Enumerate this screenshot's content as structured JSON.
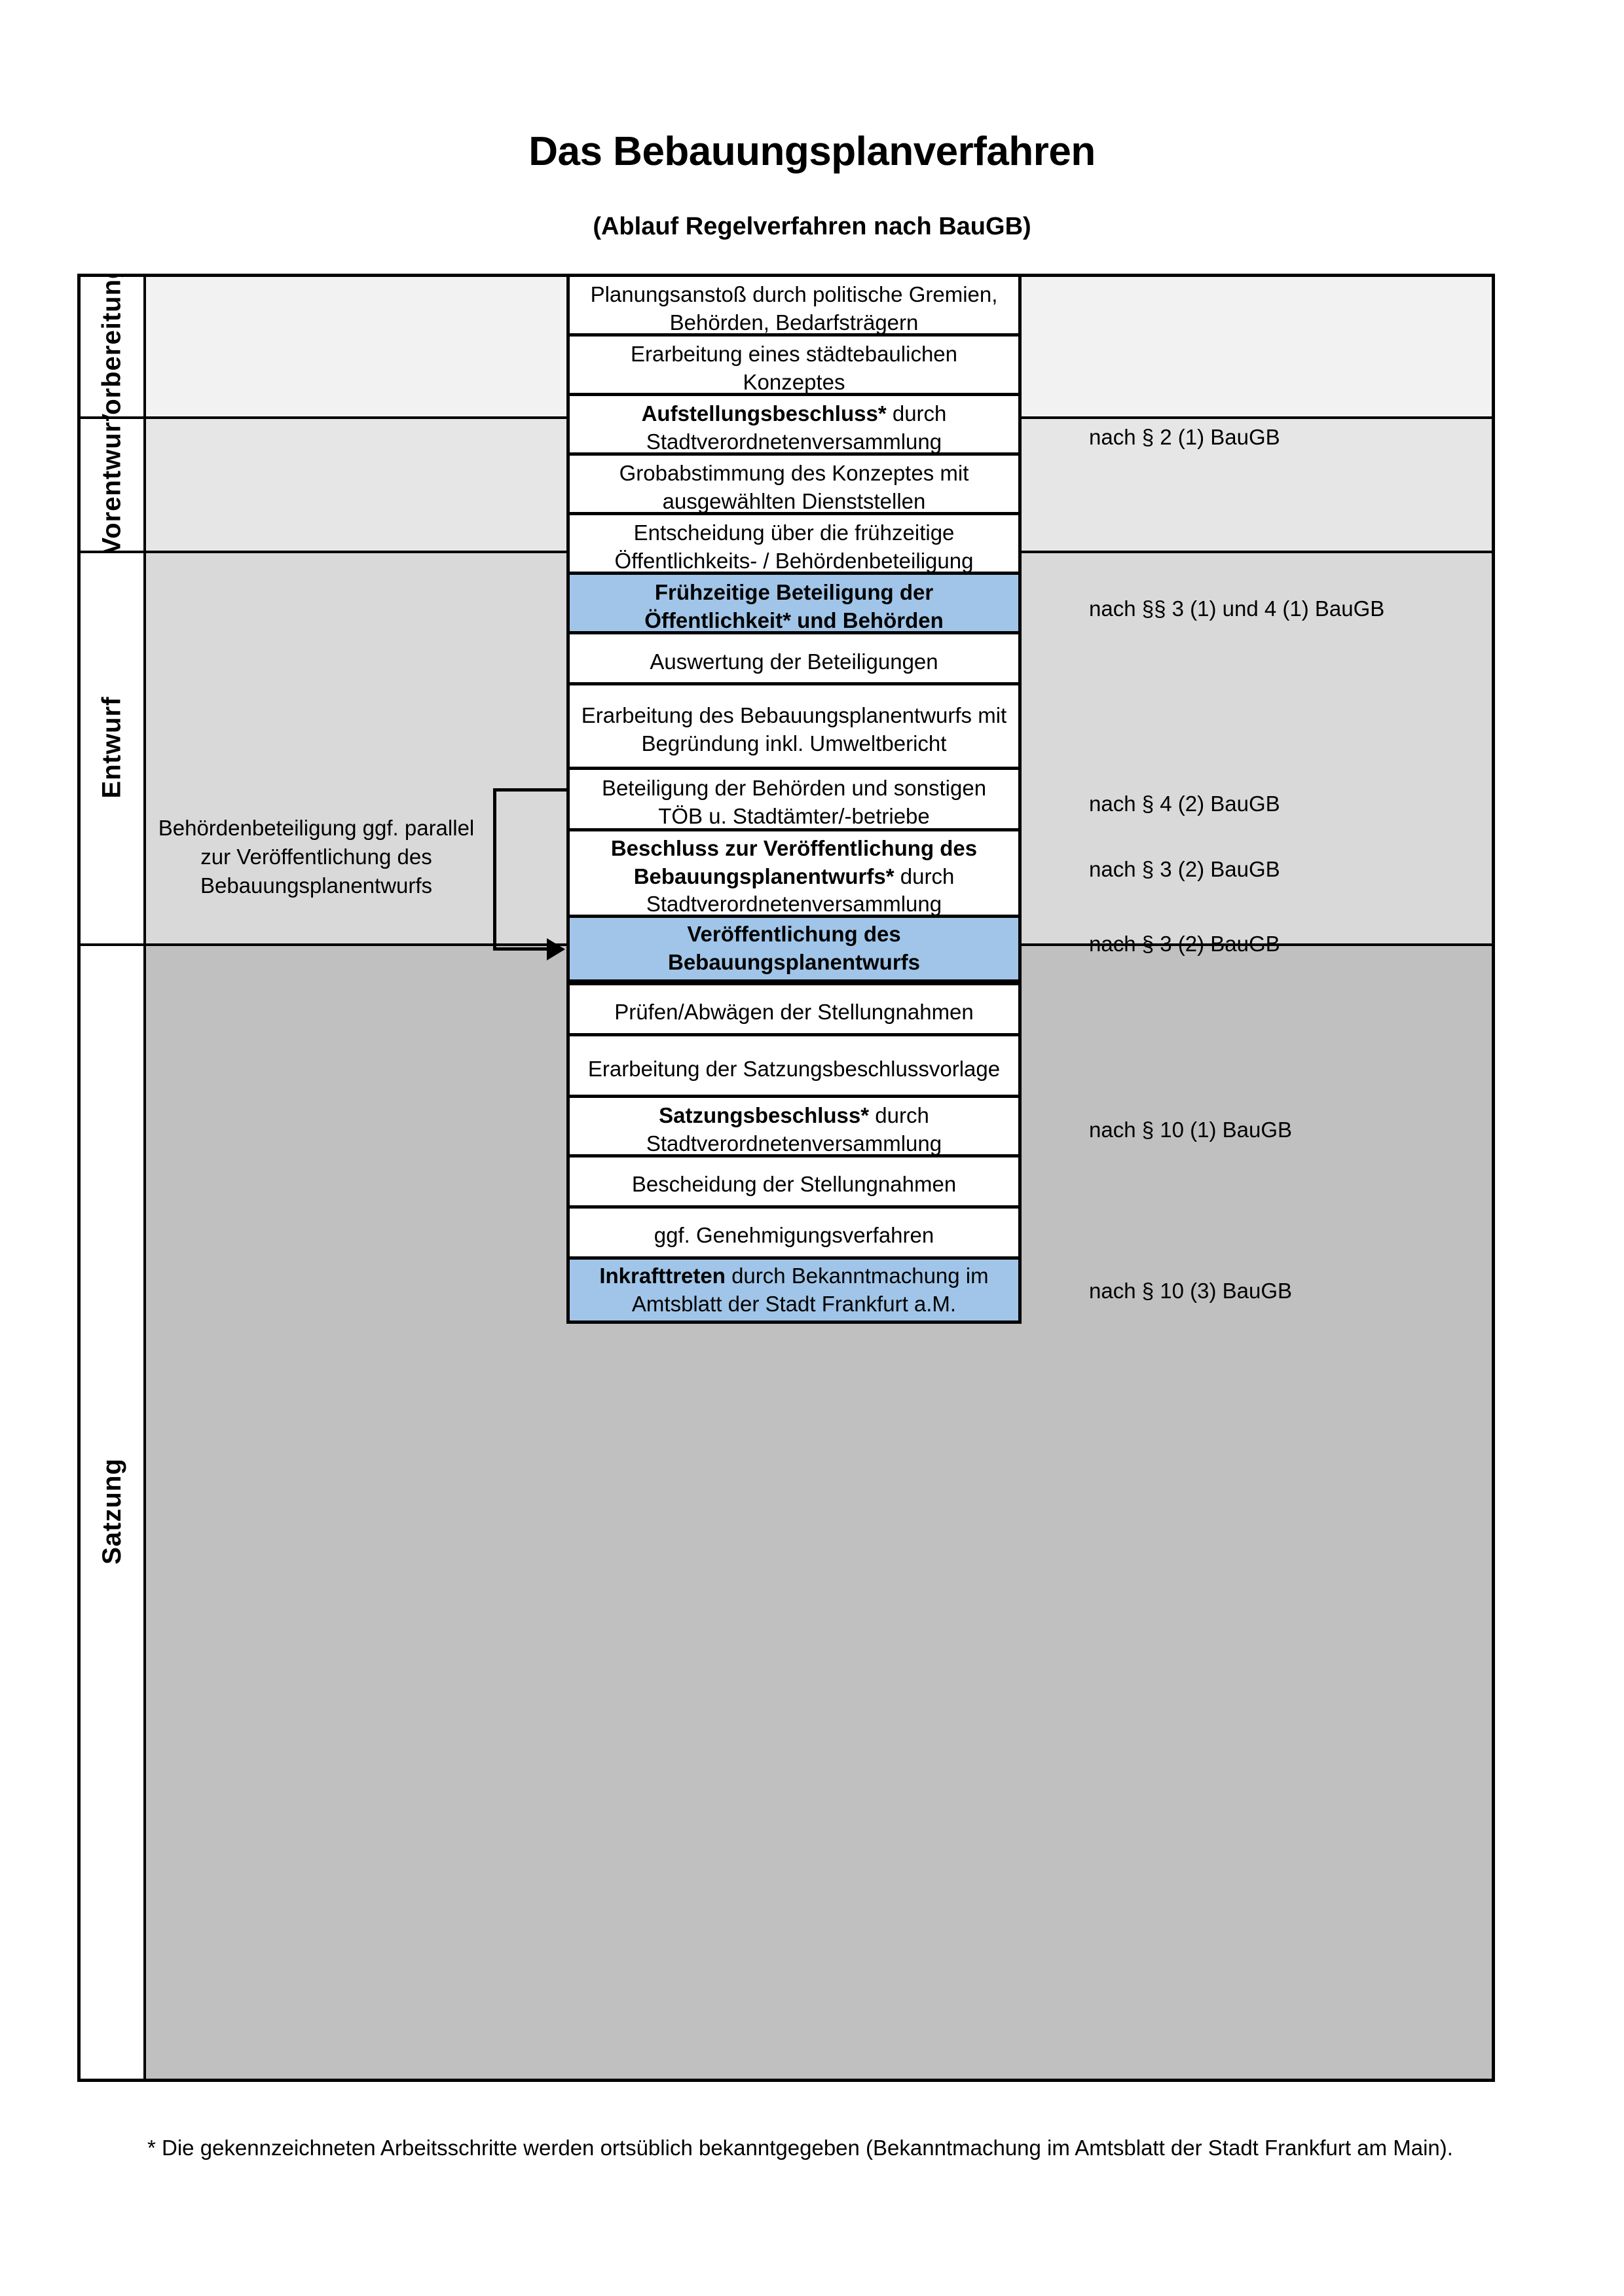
{
  "header": {
    "title": "Das Bebauungsplanverfahren",
    "subtitle": "(Ablauf Regelverfahren nach BauGB)"
  },
  "colors": {
    "highlight_blue": "#a0c5e8",
    "section1_bg": "#f2f2f2",
    "section2_bg": "#e6e6e6",
    "section3_bg": "#d9d9d9",
    "section4_bg": "#c0c0c0",
    "border": "#000000"
  },
  "sections": [
    {
      "label": "Vorbereitung",
      "steps": [
        {
          "text": "Planungsanstoß durch politische Gremien, Behörden, Bedarfsträgern",
          "bold_prefix": "",
          "highlight": false
        },
        {
          "text": "Erarbeitung eines städtebaulichen Konzeptes",
          "bold_prefix": "",
          "highlight": false
        },
        {
          "text": "Stadtverordnetenversammlung",
          "bold_prefix": "Aufstellungsbeschluss*",
          "bold_tail": " durch",
          "highlight": false
        }
      ],
      "legal": [
        "nach § 2 (1) BauGB"
      ]
    },
    {
      "label": "Vorentwurf",
      "steps": [
        {
          "text": "Grobabstimmung des Konzeptes mit ausgewählten Dienststellen",
          "bold_prefix": "",
          "highlight": false
        },
        {
          "text": "Entscheidung über die frühzeitige Öffentlichkeits- / Behördenbeteiligung",
          "bold_prefix": "",
          "highlight": false
        },
        {
          "text": "Frühzeitige Beteiligung der Öffentlichkeit* und Behörden",
          "bold_prefix": "",
          "highlight": true
        }
      ],
      "legal": [
        "nach §§ 3 (1) und 4 (1) BauGB"
      ]
    },
    {
      "label": "Entwurf",
      "sidenote": "Behördenbeteiligung ggf. parallel zur Veröffentlichung des Bebauungsplanentwurfs",
      "steps": [
        {
          "text": "Auswertung der Beteiligungen",
          "bold_prefix": "",
          "highlight": false
        },
        {
          "text": "Erarbeitung des Bebauungsplanentwurfs mit Begründung inkl. Umweltbericht",
          "bold_prefix": "",
          "highlight": false
        },
        {
          "text": "Beteiligung der Behörden und sonstigen TÖB u. Stadtämter/-betriebe",
          "bold_prefix": "",
          "highlight": false
        },
        {
          "text": "Stadtverordnetenversammlung",
          "bold_prefix": "Beschluss zur Veröffentlichung des Bebauungsplanentwurfs*",
          "bold_tail": " durch",
          "highlight": false
        },
        {
          "text": "Veröffentlichung des Bebauungsplanentwurfs",
          "bold_prefix": "",
          "highlight": true
        }
      ],
      "legal": [
        "nach § 4 (2) BauGB",
        "nach § 3 (2) BauGB",
        "nach § 3 (2) BauGB"
      ]
    },
    {
      "label": "Satzung",
      "steps": [
        {
          "text": "Prüfen/Abwägen der Stellungnahmen",
          "bold_prefix": "",
          "highlight": false
        },
        {
          "text": "Erarbeitung der Satzungsbeschlussvorlage",
          "bold_prefix": "",
          "highlight": false
        },
        {
          "text": "Stadtverordnetenversammlung",
          "bold_prefix": "Satzungsbeschluss*",
          "bold_tail": " durch",
          "highlight": false
        },
        {
          "text": "Bescheidung der Stellungnahmen",
          "bold_prefix": "",
          "highlight": false
        },
        {
          "text": "ggf. Genehmigungsverfahren",
          "bold_prefix": "",
          "highlight": false
        },
        {
          "text": "durch Bekanntmachung im Amtsblatt der Stadt Frankfurt a.M.",
          "bold_prefix": "Inkrafttreten",
          "highlight": true
        }
      ],
      "legal": [
        "nach § 10 (1) BauGB",
        "nach § 10 (3) BauGB"
      ]
    }
  ],
  "footnote": "* Die gekennzeichneten Arbeitsschritte werden ortsüblich bekanntgegeben (Bekanntmachung im Amtsblatt  der Stadt Frankfurt am Main)."
}
